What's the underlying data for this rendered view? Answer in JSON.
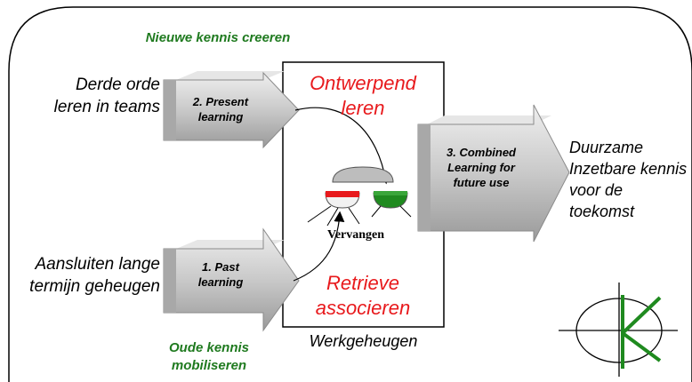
{
  "left": {
    "top": "Derde orde leren in teams",
    "bottom": "Aansluiten lange termijn geheugen"
  },
  "green": {
    "top": "Nieuwe kennis creeren",
    "bottom": "Oude kennis mobiliseren"
  },
  "arrows": {
    "present": "2. Present learning",
    "past": "1. Past learning",
    "combined": "3. Combined Learning for future use"
  },
  "box": {
    "top": "Ontwerpend leren",
    "bottom": "Retrieve associeren",
    "middle": "Vervangen",
    "caption": "Werkgeheugen"
  },
  "right": {
    "text": "Duurzame Inzetbare kennis voor de toekomst"
  },
  "colors": {
    "red": "#e8191c",
    "green": "#1f7a1f",
    "arrow_fill": "#c8c8c8"
  }
}
